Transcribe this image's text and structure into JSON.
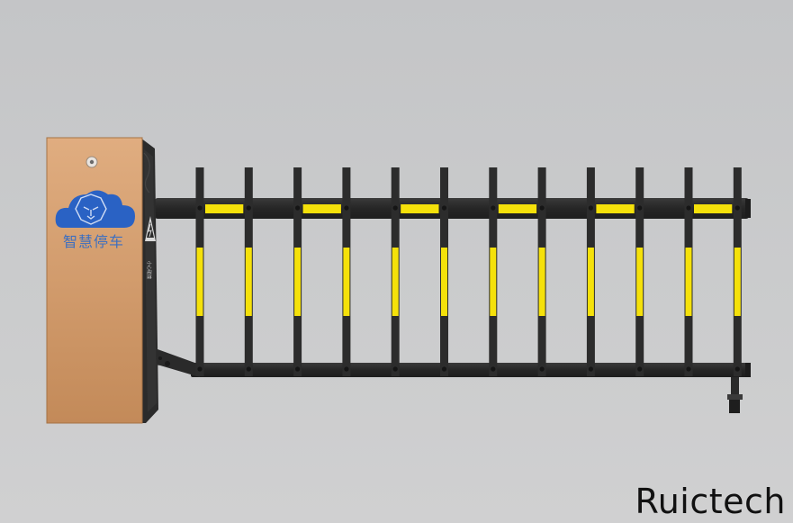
{
  "cabinet": {
    "brand_text": "智慧停车",
    "side_label": "小心碰撞",
    "logo_icon": "lion-cloud-logo",
    "warning_icon": "high-voltage-warning-icon",
    "colors": {
      "front_top": "#e0ad80",
      "front_bottom": "#c38a59",
      "side": "#2b2b2b",
      "logo": "#2a62c4"
    }
  },
  "fence_arm": {
    "picket_count": 12,
    "colors": {
      "frame": "#2c2c2c",
      "reflective": "#f5e10a"
    }
  },
  "watermark": {
    "text": "Ruictech"
  },
  "background_color": "#c9cacc"
}
